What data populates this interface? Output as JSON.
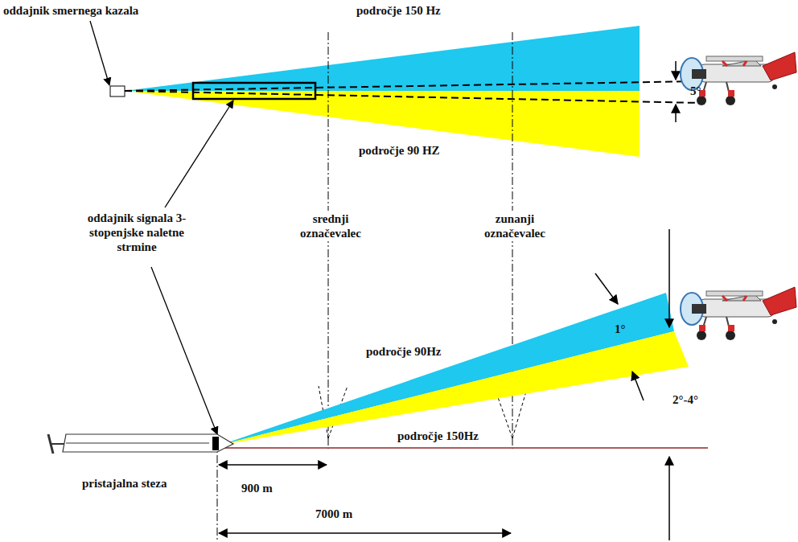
{
  "diagram": {
    "labels": [
      "področje 150 Hz",
      "oddajnik smernega kazala",
      "5°",
      "področje 90 HZ",
      "oddajnik signala 3- stopenjske naletne strmine",
      "srednji označevalec",
      "zunanji označevalec",
      "1°",
      "področje 90Hz",
      "2°-4°",
      "področje 150Hz",
      "pristajalna steza",
      "900 m",
      "7000 m"
    ]
  }
}
